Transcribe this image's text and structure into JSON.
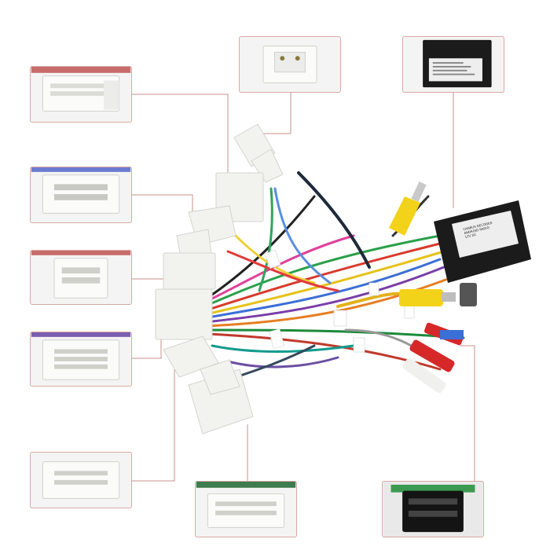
{
  "image": {
    "background": "#ffffff",
    "callout_border_color": "#d9a9a3",
    "leader_line_color": "#c98f88",
    "connector_color": "#f2f2ef",
    "box_color": "#1b1b1b"
  },
  "module": {
    "label_lines": [
      "CANBUS DECODER",
      "ANDROID RADIO",
      "12V  DC"
    ]
  }
}
